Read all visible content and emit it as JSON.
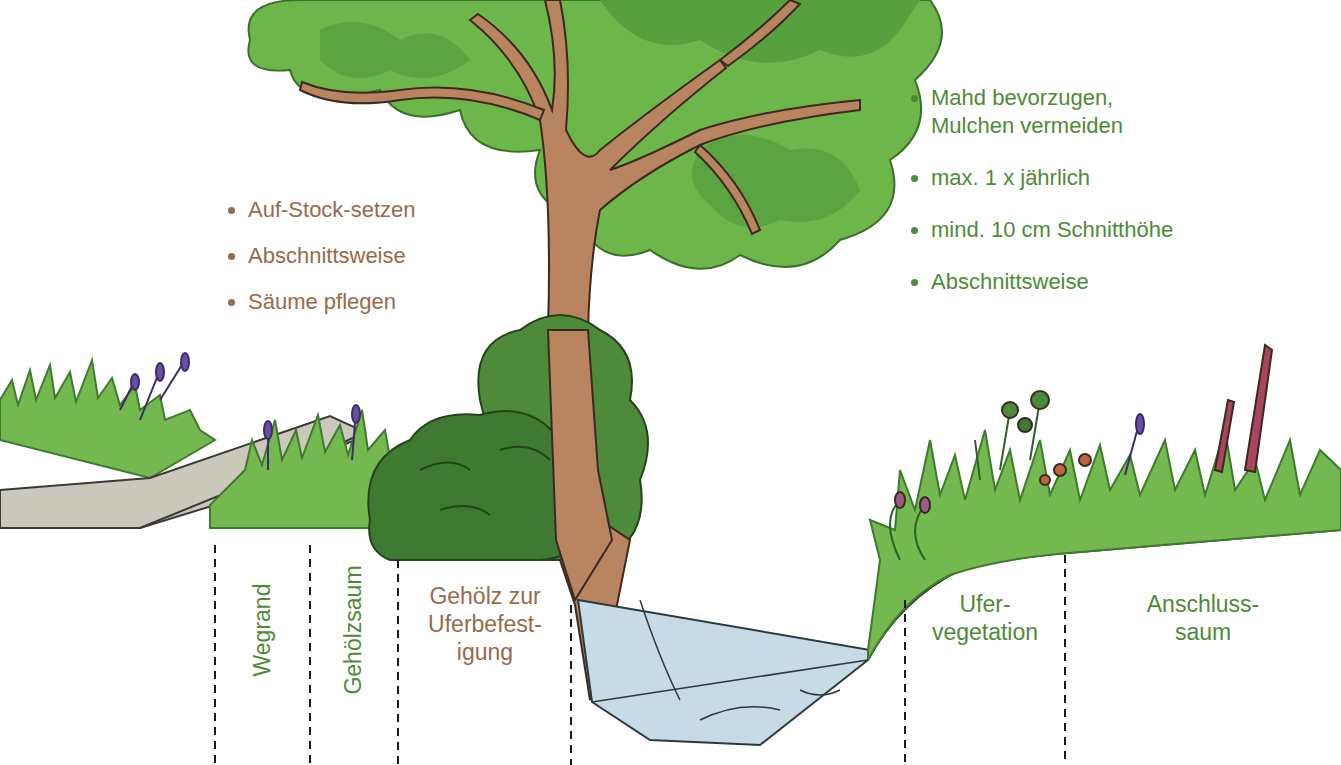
{
  "diagram": {
    "labels": [
      "Auf-Stock-setzen",
      "Abschnittsweise",
      "Säume pflegen",
      "Mahd bevorzugen, Mulchen vermeiden",
      "max. 1 x jährlich",
      "mind. 10 cm Schnitthöhe",
      "Abschnittsweise",
      "Wegrand",
      "Gehölzsaum",
      "Gehölz zur Uferbefest- igung",
      "Ufer- vegetation",
      "Anschluss- saum"
    ]
  }
}
